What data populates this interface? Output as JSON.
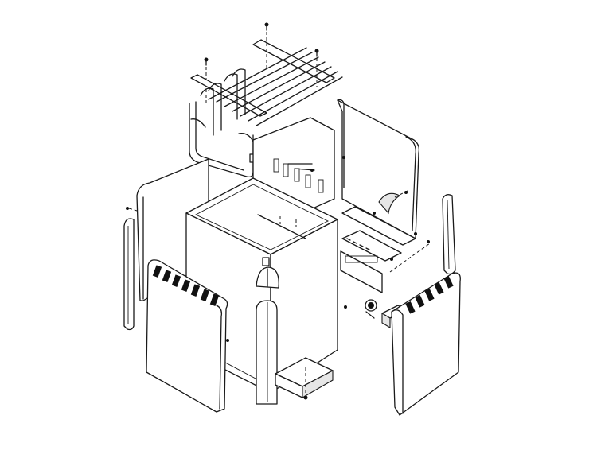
{
  "diagram": {
    "type": "exploded-assembly-drawing",
    "background_color": "#ffffff",
    "line_color": "#1a1a1a",
    "components": [
      "stone-grate",
      "heating-elements",
      "top-cover-strip",
      "inner-shell",
      "side-panel-left",
      "side-panel-right",
      "front-panel-left",
      "front-panel-right",
      "corner-trim-left",
      "corner-trim-right",
      "front-corner-post",
      "control-panel",
      "junction-box",
      "base-bracket",
      "screws"
    ]
  }
}
